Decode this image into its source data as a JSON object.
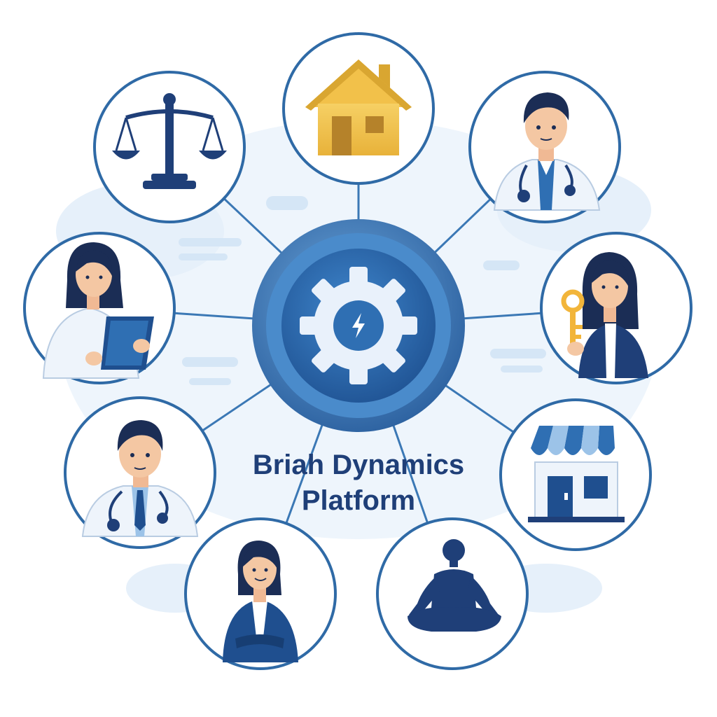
{
  "platform": {
    "title_line1": "Briah Dynamics",
    "title_line2": "Platform"
  },
  "hub": {
    "icon": "gear-lightning-icon"
  },
  "nodes": [
    {
      "name": "scales-of-justice-icon",
      "role": "legal"
    },
    {
      "name": "house-icon",
      "role": "real-estate"
    },
    {
      "name": "doctor-stethoscope-icon",
      "role": "physician"
    },
    {
      "name": "woman-with-key-icon",
      "role": "property-agent"
    },
    {
      "name": "storefront-icon",
      "role": "retail"
    },
    {
      "name": "meditation-figure-icon",
      "role": "wellness"
    },
    {
      "name": "businesswoman-icon",
      "role": "business"
    },
    {
      "name": "doctor-male-icon",
      "role": "healthcare"
    },
    {
      "name": "woman-with-tablet-icon",
      "role": "staff"
    }
  ],
  "colors": {
    "navy": "#1f3f78",
    "ring": "#2f6aa6",
    "hub_blue": "#2f6fb3",
    "light_blue": "#e8f1fa",
    "house_yellow": "#f2c14a",
    "skin": "#f4c7a3",
    "hair": "#1b2d55"
  }
}
